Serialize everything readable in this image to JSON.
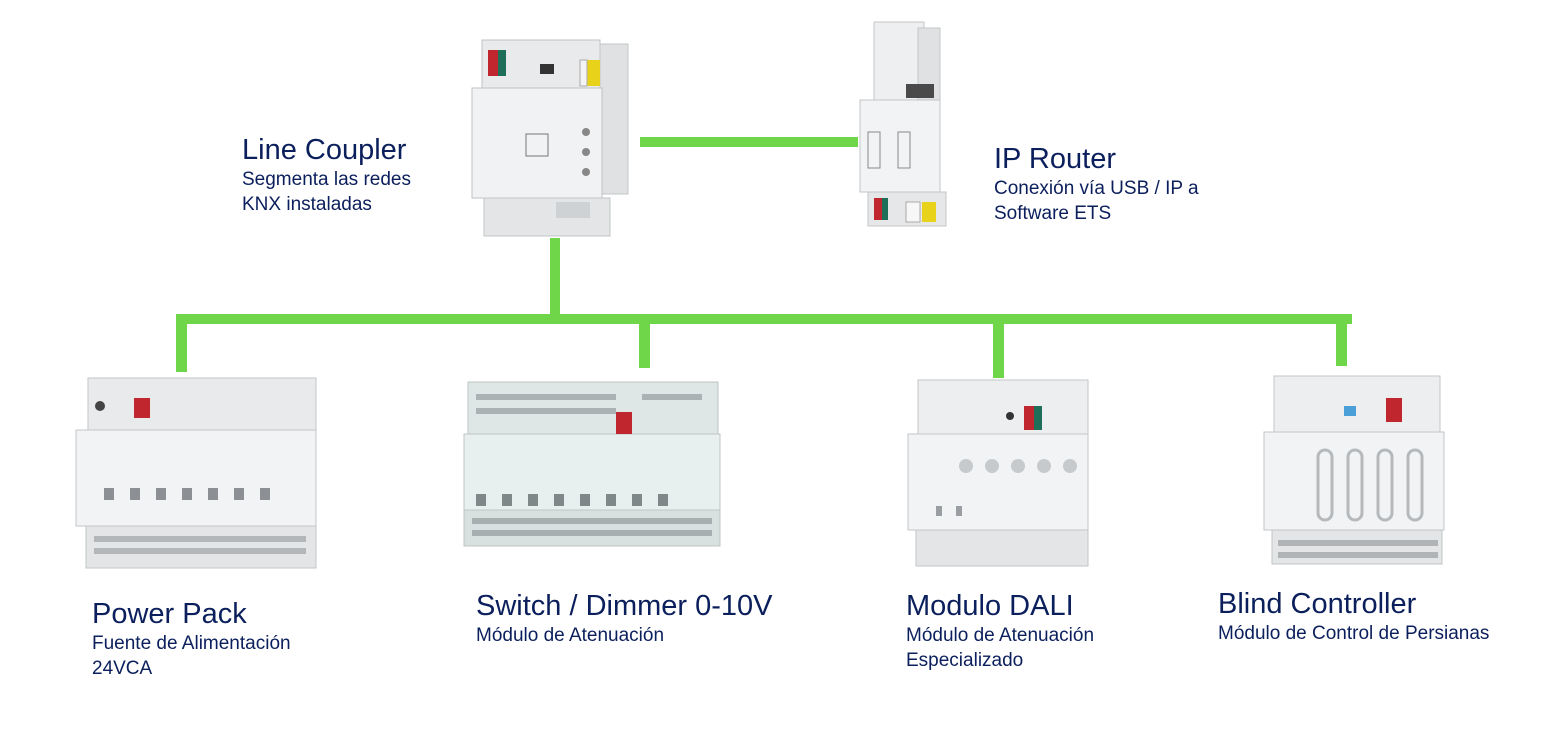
{
  "bus_color": "#6fd64a",
  "text_color": "#0b1f5c",
  "top": {
    "line_coupler": {
      "title": "Line Coupler",
      "subtitle": "Segmenta las redes\nKNX instaladas",
      "device_icon": "din-rail-module-icon"
    },
    "ip_router": {
      "title": "IP Router",
      "subtitle": "Conexión vía USB / IP a\nSoftware ETS",
      "device_icon": "din-rail-module-icon"
    }
  },
  "modules": [
    {
      "title": "Power Pack",
      "subtitle": "Fuente de Alimentación\n24VCA",
      "device_icon": "din-rail-module-icon"
    },
    {
      "title": "Switch / Dimmer 0-10V",
      "subtitle": "Módulo de Atenuación",
      "device_icon": "din-rail-module-icon"
    },
    {
      "title": "Modulo DALI",
      "subtitle": "Módulo de Atenuación\nEspecializado",
      "device_icon": "din-rail-module-icon"
    },
    {
      "title": "Blind Controller",
      "subtitle": "Módulo de Control de Persianas",
      "device_icon": "din-rail-module-icon"
    }
  ]
}
